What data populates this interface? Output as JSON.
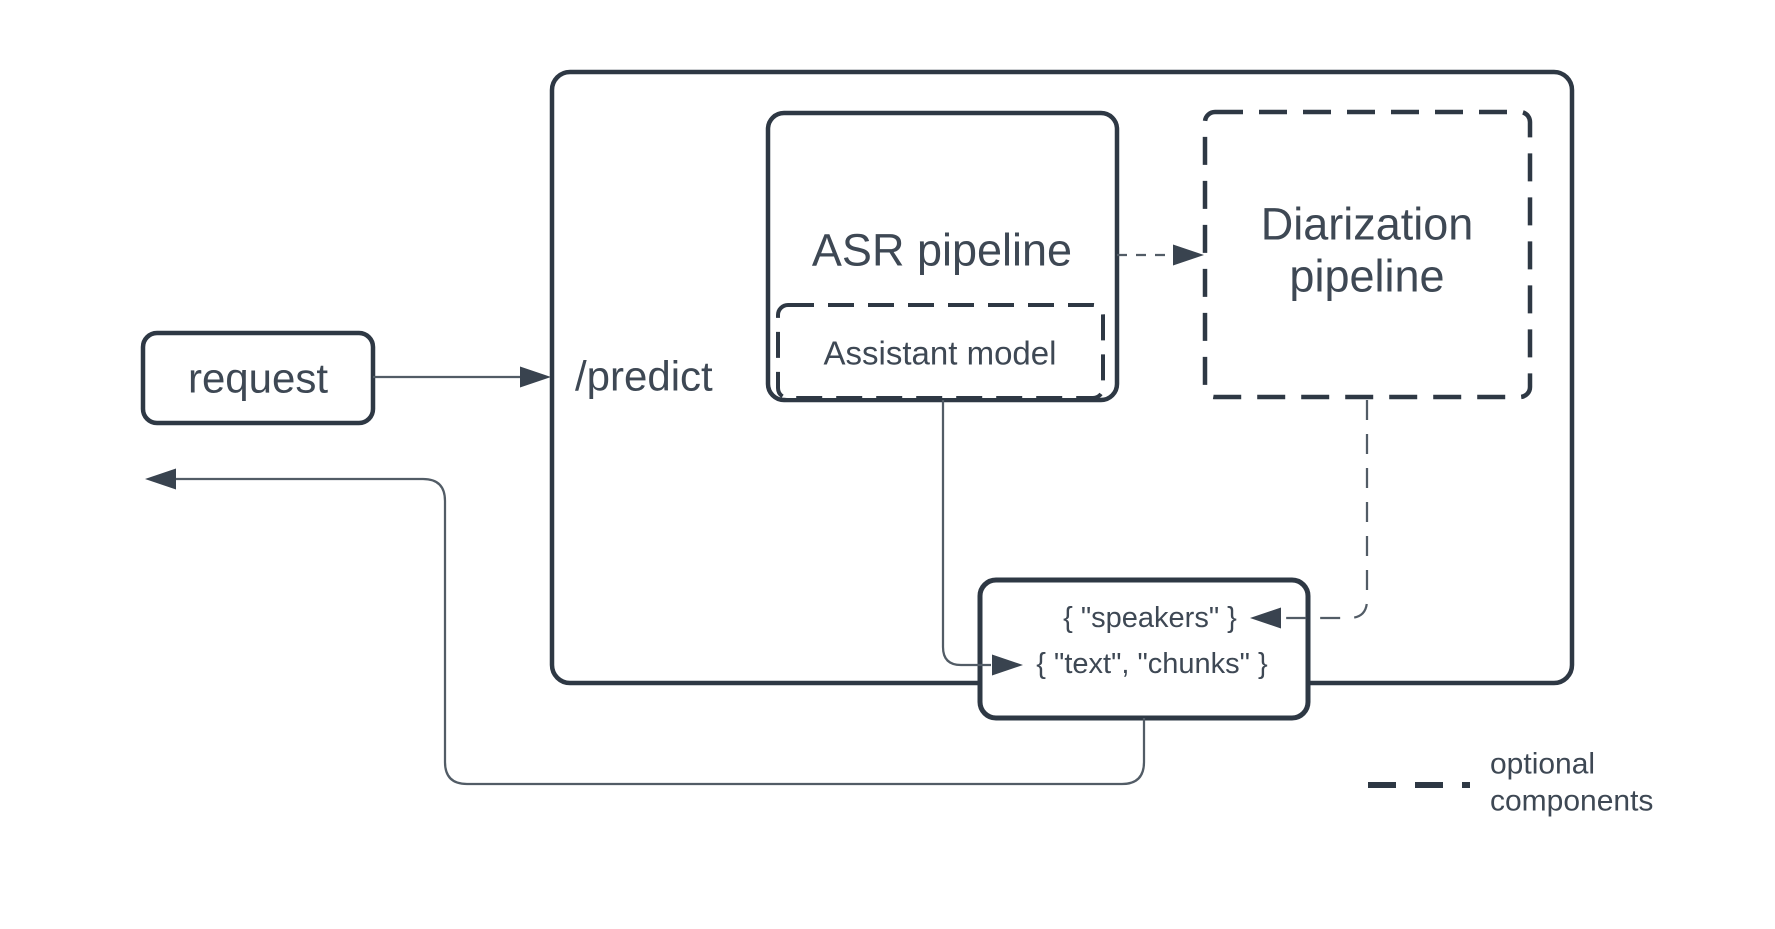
{
  "diagram": {
    "nodes": {
      "request": {
        "label": "request"
      },
      "predict_container": {
        "label": "/predict"
      },
      "asr_pipeline": {
        "label": "ASR pipeline"
      },
      "assistant_model": {
        "label": "Assistant model"
      },
      "diarization_pipeline": {
        "label_line1": "Diarization",
        "label_line2": "pipeline"
      },
      "response": {
        "line1": "{ \"speakers\" }",
        "line2": "{ \"text\", \"chunks\" }"
      }
    },
    "legend": {
      "line1": "optional",
      "line2": "components"
    },
    "colors": {
      "box_stroke": "#2e3844",
      "text": "#3e4854",
      "thin_line": "#525c66",
      "arrowhead": "#39434f",
      "background": "#ffffff"
    }
  }
}
